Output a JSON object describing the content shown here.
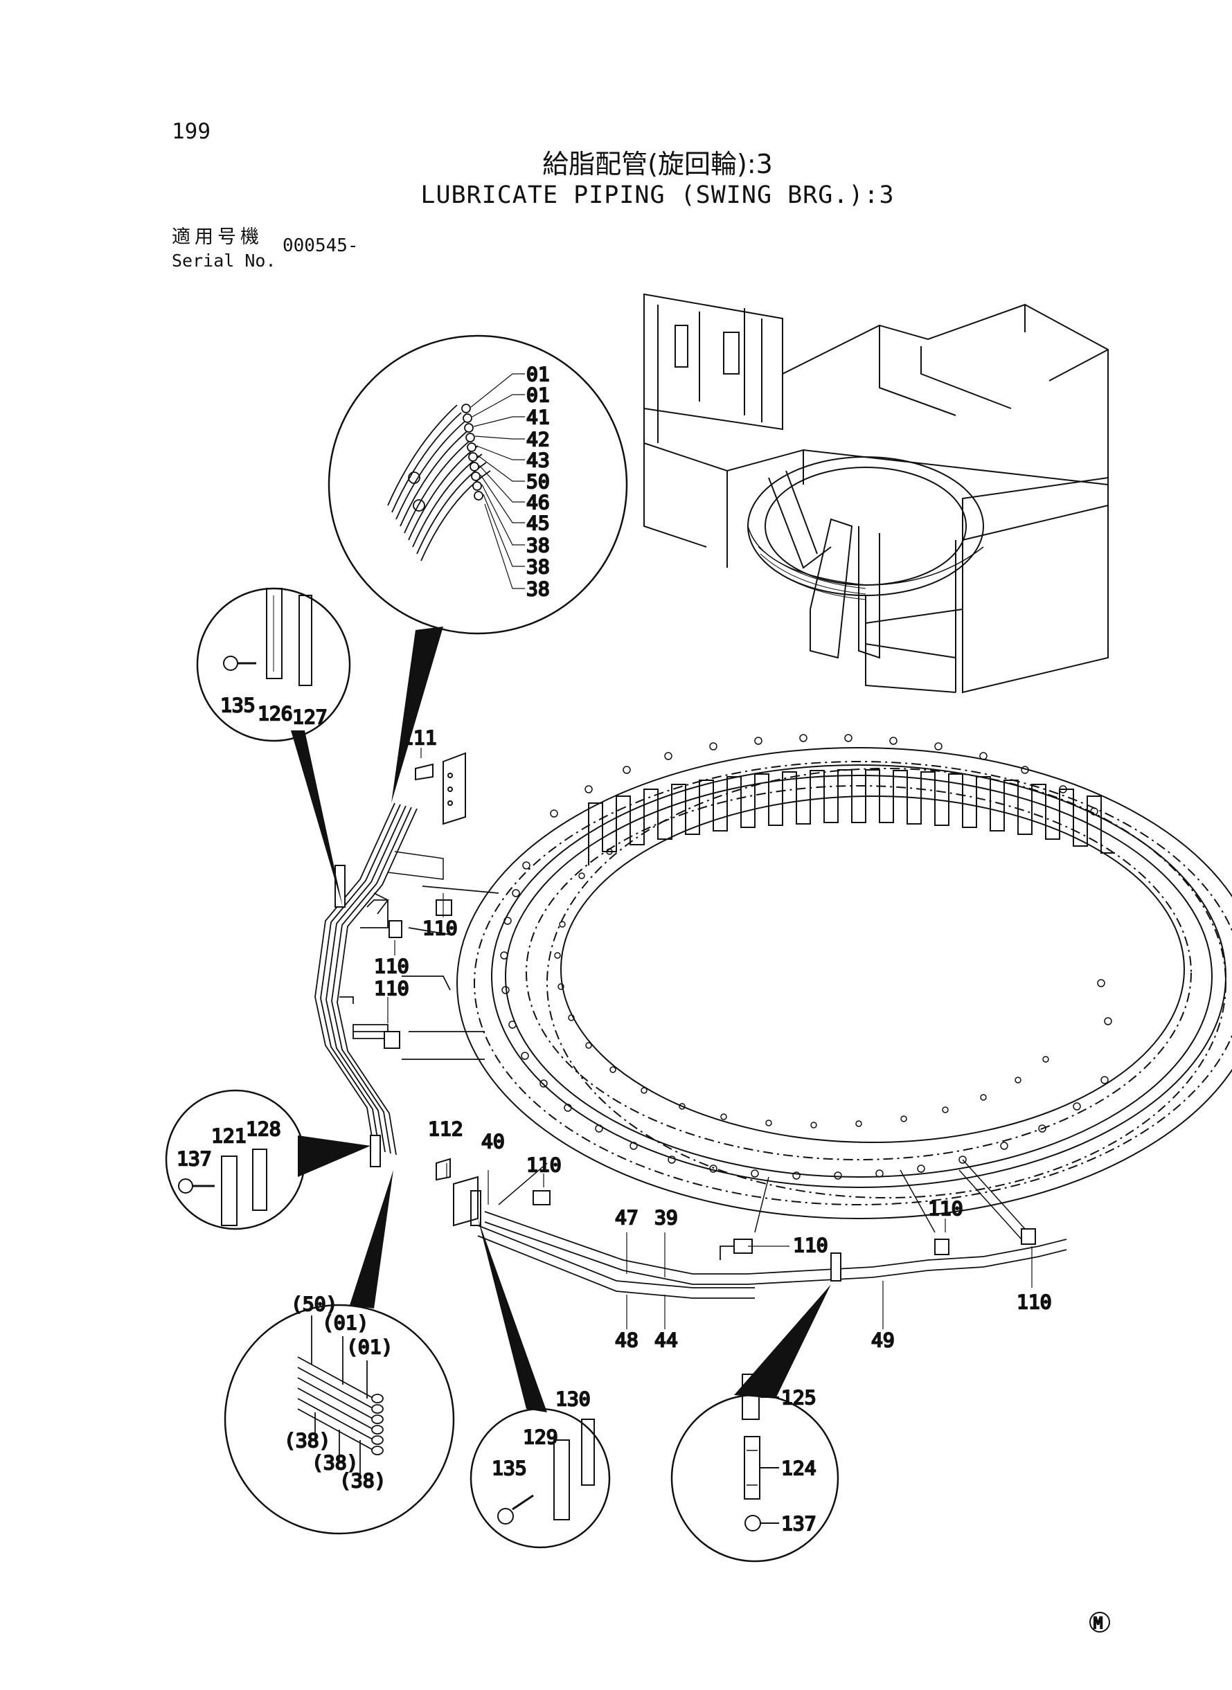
{
  "header": {
    "page_number": "199",
    "title_jp": "給脂配管(旋回輪):3",
    "title_en": "LUBRICATE PIPING (SWING BRG.):3",
    "serial_label_jp": "適用号機",
    "serial_label_en": "Serial No.",
    "serial_value": "000545-"
  },
  "mark": "M",
  "callouts": {
    "top_circle": [
      "01",
      "01",
      "41",
      "42",
      "43",
      "50",
      "46",
      "45",
      "38",
      "38",
      "38"
    ],
    "clamp_top": [
      "135",
      "126",
      "127"
    ],
    "clamp_left": [
      "137",
      "121",
      "128"
    ],
    "pipe_bundle": [
      "(50)",
      "(01)",
      "(01)",
      "(38)",
      "(38)",
      "(38)"
    ],
    "clamp_bottom": [
      "135",
      "129",
      "130"
    ],
    "clamp_right": [
      "125",
      "124",
      "137"
    ],
    "main": {
      "p111": "111",
      "p110a": "110",
      "p110b": "110",
      "p110c": "110",
      "p112": "112",
      "p40": "40",
      "p110d": "110",
      "p47": "47",
      "p39": "39",
      "p110e": "110",
      "p110f": "110",
      "p110g": "110",
      "p48": "48",
      "p44": "44",
      "p49": "49"
    }
  }
}
